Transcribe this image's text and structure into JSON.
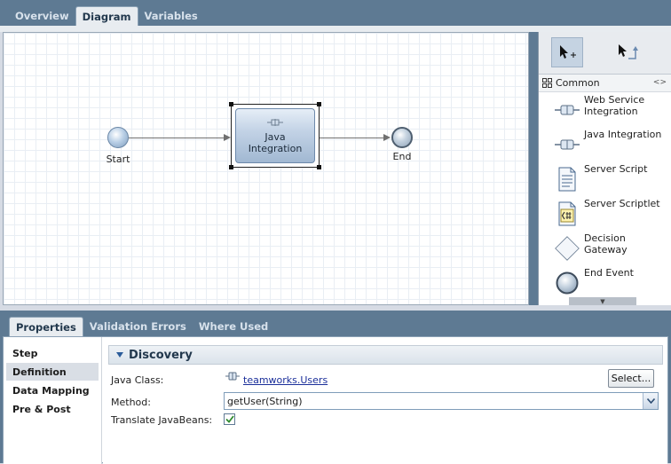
{
  "top_tabs": [
    "Overview",
    "Diagram",
    "Variables"
  ],
  "diagram": {
    "start_label": "Start",
    "task_label": "Java Integration",
    "end_label": "End"
  },
  "palette": {
    "section": "Common",
    "items": [
      {
        "label": "Web Service Integration",
        "icon": "web-service-integration-icon"
      },
      {
        "label": "Java Integration",
        "icon": "java-integration-icon"
      },
      {
        "label": "Server Script",
        "icon": "server-script-icon"
      },
      {
        "label": "Server Scriptlet",
        "icon": "server-scriptlet-icon"
      },
      {
        "label": "Decision Gateway",
        "icon": "decision-gateway-icon"
      },
      {
        "label": "End Event",
        "icon": "end-event-icon"
      }
    ]
  },
  "properties": {
    "tabs": [
      "Properties",
      "Validation Errors",
      "Where Used"
    ],
    "nav": [
      "Step",
      "Definition",
      "Data Mapping",
      "Pre & Post"
    ],
    "section_title": "Discovery",
    "java_class_label": "Java Class:",
    "java_class_value": "teamworks.Users",
    "select_button": "Select...",
    "method_label": "Method:",
    "method_value": "getUser(String)",
    "translate_label": "Translate JavaBeans:",
    "translate_checked": true
  },
  "colors": {
    "accent": "#5e7a93",
    "link": "#1b2f9a"
  }
}
